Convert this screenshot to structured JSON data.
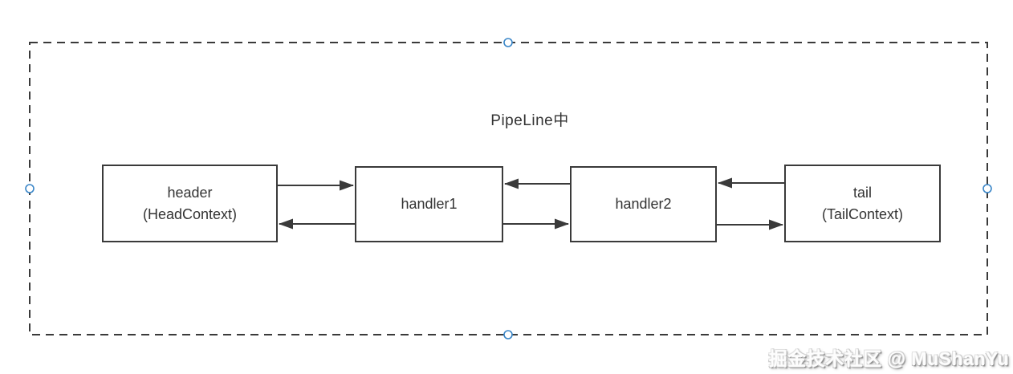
{
  "diagram": {
    "title": "PipeLine中",
    "nodes": [
      {
        "id": "header",
        "label": "header",
        "sublabel": "(HeadContext)"
      },
      {
        "id": "handler1",
        "label": "handler1",
        "sublabel": ""
      },
      {
        "id": "handler2",
        "label": "handler2",
        "sublabel": ""
      },
      {
        "id": "tail",
        "label": "tail",
        "sublabel": "(TailContext)"
      }
    ],
    "edges": [
      {
        "from": "header",
        "to": "handler1",
        "row": "top",
        "direction": "right"
      },
      {
        "from": "handler1",
        "to": "header",
        "row": "bottom",
        "direction": "left"
      },
      {
        "from": "handler2",
        "to": "handler1",
        "row": "top",
        "direction": "left"
      },
      {
        "from": "handler1",
        "to": "handler2",
        "row": "bottom",
        "direction": "right"
      },
      {
        "from": "tail",
        "to": "handler2",
        "row": "top",
        "direction": "left"
      },
      {
        "from": "handler2",
        "to": "tail",
        "row": "bottom",
        "direction": "right"
      }
    ]
  },
  "selection": {
    "border_color": "#3a3a3a",
    "handle_stroke_color": "#3a86c8",
    "handle_fill_color": "#ffffff"
  },
  "colors": {
    "line": "#3a3a3a",
    "text": "#333333",
    "background": "#ffffff"
  },
  "watermark": {
    "text": "掘金技术社区 @ MuShanYu"
  }
}
